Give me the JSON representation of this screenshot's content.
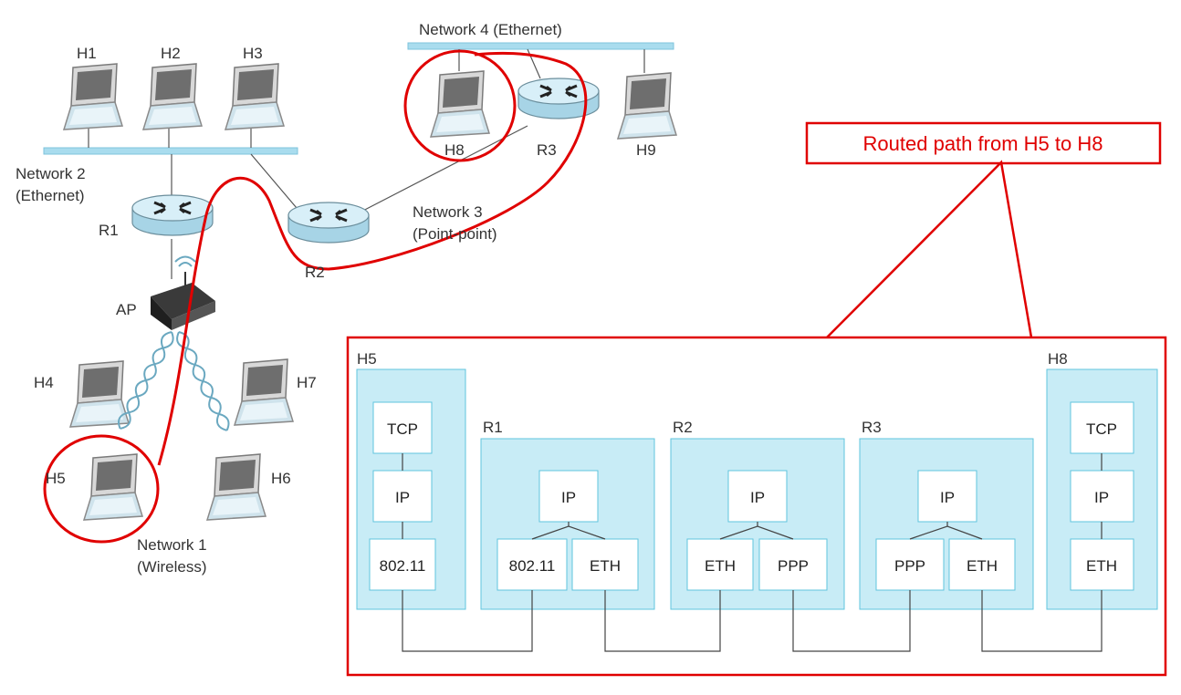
{
  "callout": {
    "text": "Routed path from H5 to H8"
  },
  "networks": {
    "net1": [
      "Network 1",
      "(Wireless)"
    ],
    "net2": [
      "Network 2",
      "(Ethernet)"
    ],
    "net3": [
      "Network 3",
      "(Point-point)"
    ],
    "net4": "Network 4 (Ethernet)"
  },
  "hosts": {
    "h1": "H1",
    "h2": "H2",
    "h3": "H3",
    "h4": "H4",
    "h5": "H5",
    "h6": "H6",
    "h7": "H7",
    "h8": "H8",
    "h9": "H9"
  },
  "routers": {
    "r1": "R1",
    "r2": "R2",
    "r3": "R3"
  },
  "access_point": "AP",
  "stacks": {
    "h5": {
      "name": "H5",
      "tcp": "TCP",
      "ip": "IP",
      "link": "802.11"
    },
    "r1": {
      "name": "R1",
      "ip": "IP",
      "link_a": "802.11",
      "link_b": "ETH"
    },
    "r2": {
      "name": "R2",
      "ip": "IP",
      "link_a": "ETH",
      "link_b": "PPP"
    },
    "r3": {
      "name": "R3",
      "ip": "IP",
      "link_a": "PPP",
      "link_b": "ETH"
    },
    "h8": {
      "name": "H8",
      "tcp": "TCP",
      "ip": "IP",
      "link": "ETH"
    }
  },
  "colors": {
    "highlight": "#e00000",
    "panel_fill": "#c8ecf6",
    "panel_stroke": "#5fc4dd",
    "ethernet_bar": "#a9dcee"
  }
}
